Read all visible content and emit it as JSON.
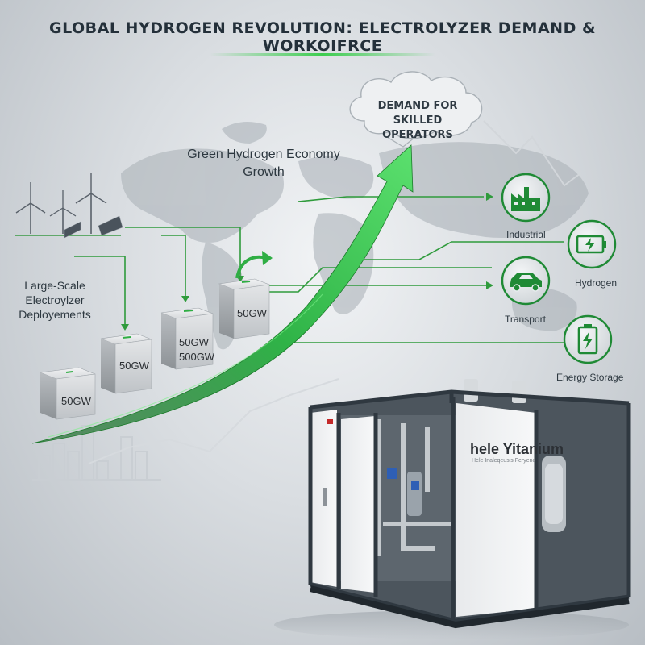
{
  "title": "GLOBAL HYDROGEN REVOLUTION: ELECTROLYZER DEMAND & WORKOIFRCE",
  "demand_cloud": {
    "line1": "DEMAND FOR",
    "line2": "SKILLED OPERATORS"
  },
  "growth_label": {
    "line1": "Green Hydrogen Economy",
    "line2": "Growth"
  },
  "deployments_label": {
    "line1": "Large-Scale",
    "line2": "Electroylzer",
    "line3": "Deployements"
  },
  "modules": [
    {
      "label": "50GW"
    },
    {
      "label": "50GW"
    },
    {
      "label_line1": "50GW",
      "label_line2": "500GW"
    },
    {
      "label": "50GW"
    }
  ],
  "sectors": [
    {
      "label": "Industrial",
      "icon": "factory-icon"
    },
    {
      "label": "Hydrogen",
      "icon": "battery-icon"
    },
    {
      "label": "Transport",
      "icon": "car-icon"
    },
    {
      "label": "Energy Storage",
      "icon": "battery-icon"
    }
  ],
  "product": {
    "brand": "hele Yitanium",
    "tagline": "Hele Inaleqeusis Feryene"
  },
  "colors": {
    "accent_green": "#2fae44",
    "icon_green": "#1f8a35",
    "ink": "#24303a"
  }
}
